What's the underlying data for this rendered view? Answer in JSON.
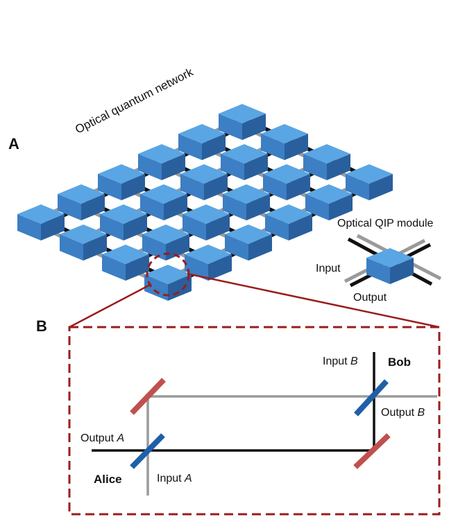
{
  "panel_a": {
    "label": "A",
    "network_label": "Optical quantum network",
    "module_label": "Optical QIP module",
    "input_label": "Input",
    "output_label": "Output",
    "grid": {
      "rows": 4,
      "cols": 6
    }
  },
  "panel_b": {
    "label": "B",
    "alice": "Alice",
    "bob": "Bob",
    "input_a_prefix": "Input ",
    "input_a_var": "A",
    "input_b_prefix": "Input ",
    "input_b_var": "B",
    "output_a_prefix": "Output ",
    "output_a_var": "A",
    "output_b_prefix": "Output ",
    "output_b_var": "B"
  },
  "colors": {
    "cube_top": "#5aa5e3",
    "cube_left": "#3c7fc4",
    "cube_right": "#2a5f9d",
    "dark_red": "#9b1c1c",
    "mirror_red": "#c0504d",
    "beamsplitter_blue": "#1f5fa8",
    "black_link": "#111111",
    "gray_link": "#9a9a9a"
  }
}
